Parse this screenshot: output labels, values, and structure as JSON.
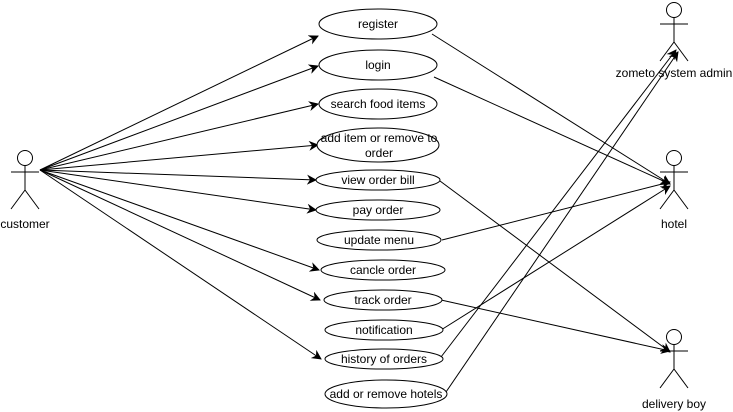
{
  "actors": {
    "customer": "customer",
    "admin": "zometo system admin",
    "hotel": "hotel",
    "delivery": "delivery boy"
  },
  "use_cases": {
    "register": "register",
    "login": "login",
    "search": "search food items",
    "add_item_line1": "add item or remove to",
    "add_item_line2": "order",
    "view_bill": "view order bill",
    "pay": "pay order",
    "update_menu": "update menu",
    "cancel": "cancle order",
    "track": "track order",
    "notification": "notification",
    "history": "history of orders",
    "add_hotels": "add or remove hotels"
  }
}
